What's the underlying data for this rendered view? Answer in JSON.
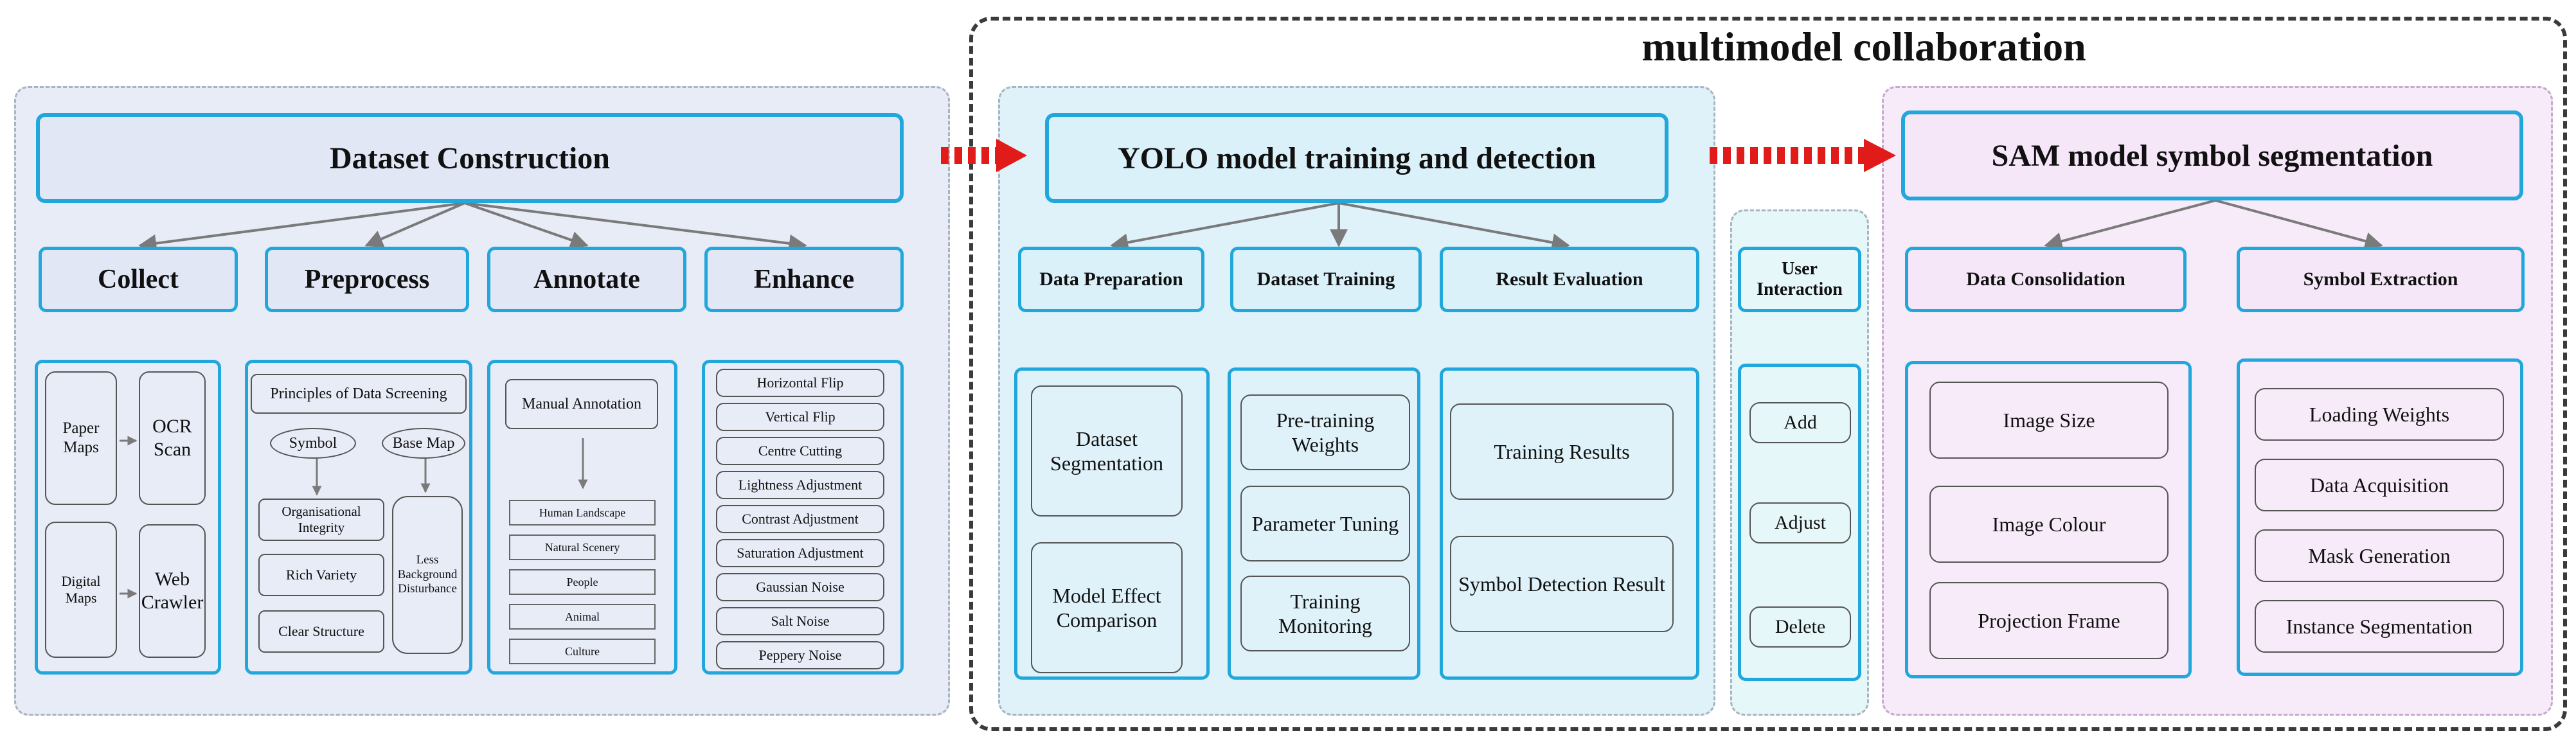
{
  "header": {
    "title": "multimodel collaboration"
  },
  "colors": {
    "accent_border": "#22a7dc",
    "flow_arrow": "#e11a1a",
    "connector": "#7a7a7a"
  },
  "dataset": {
    "title": "Dataset Construction",
    "stages": [
      "Collect",
      "Preprocess",
      "Annotate",
      "Enhance"
    ],
    "collect": {
      "items": [
        "Paper Maps",
        "OCR Scan",
        "Digital Maps",
        "Web Crawler"
      ]
    },
    "preprocess": {
      "header": "Principles of Data Screening",
      "symbol": "Symbol",
      "base_map": "Base Map",
      "symbol_items": [
        "Organisational Integrity",
        "Rich Variety",
        "Clear Structure"
      ],
      "base_map_item": "Less Background Disturbance"
    },
    "annotate": {
      "header": "Manual Annotation",
      "items": [
        "Human Landscape",
        "Natural Scenery",
        "People",
        "Animal",
        "Culture"
      ]
    },
    "enhance": {
      "items": [
        "Horizontal Flip",
        "Vertical Flip",
        "Centre Cutting",
        "Lightness Adjustment",
        "Contrast Adjustment",
        "Saturation Adjustment",
        "Gaussian Noise",
        "Salt Noise",
        "Peppery Noise"
      ]
    }
  },
  "yolo": {
    "title": "YOLO model training and detection",
    "stages": [
      "Data Preparation",
      "Dataset Training",
      "Result Evaluation"
    ],
    "data_preparation": [
      "Dataset Segmentation",
      "Model Effect Comparison"
    ],
    "dataset_training": [
      "Pre-training Weights",
      "Parameter Tuning",
      "Training Monitoring"
    ],
    "result_evaluation": [
      "Training Results",
      "Symbol Detection Result"
    ]
  },
  "user": {
    "title": "User Interaction",
    "items": [
      "Add",
      "Adjust",
      "Delete"
    ]
  },
  "sam": {
    "title": "SAM model symbol segmentation",
    "stages": [
      "Data Consolidation",
      "Symbol Extraction"
    ],
    "data_consolidation": [
      "Image Size",
      "Image Colour",
      "Projection Frame"
    ],
    "symbol_extraction": [
      "Loading Weights",
      "Data Acquisition",
      "Mask Generation",
      "Instance Segmentation"
    ]
  }
}
